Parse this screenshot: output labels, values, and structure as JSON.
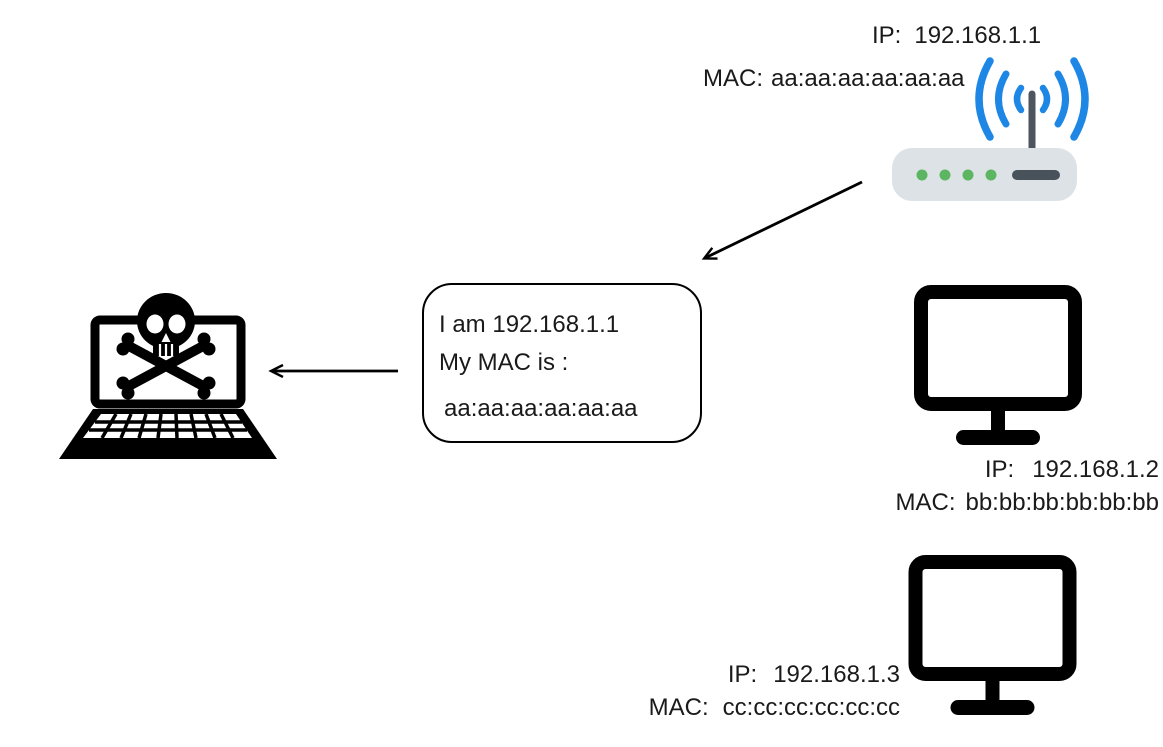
{
  "colors": {
    "background": "#ffffff",
    "text": "#1a1a1a",
    "stroke-black": "#000000",
    "wifi-blue": "#1e87e5",
    "router-body": "#dde2e6",
    "router-dark": "#47525b",
    "antenna-gray": "#4d565e",
    "led-green": "#5cb661"
  },
  "router": {
    "ip_label": "IP:",
    "ip": "192.168.1.1",
    "mac_label": "MAC:",
    "mac": "aa:aa:aa:aa:aa:aa"
  },
  "spoof_message": {
    "line1": "I am 192.168.1.1",
    "line2": "My MAC is :",
    "line3": "aa:aa:aa:aa:aa:aa"
  },
  "victim1": {
    "ip_label": "IP:",
    "ip": "192.168.1.2",
    "mac_label": "MAC:",
    "mac": "bb:bb:bb:bb:bb:bb"
  },
  "victim2": {
    "ip_label": "IP:",
    "ip": "192.168.1.3",
    "mac_label": "MAC:",
    "mac": "cc:cc:cc:cc:cc:cc"
  },
  "icons": {
    "router": "wifi-router-icon",
    "attacker": "attacker-laptop-skull-icon",
    "victim": "desktop-monitor-icon",
    "arrow_diagonal": "arrow-router-to-message",
    "arrow_left": "arrow-message-to-attacker"
  }
}
